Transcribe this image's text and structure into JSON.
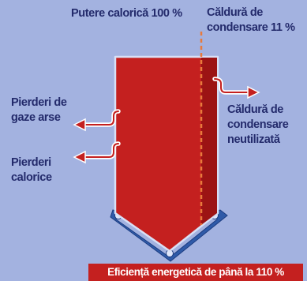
{
  "labels": {
    "heating_value": "Putere calorică 100 %",
    "condensation_heat": [
      "Căldură de",
      "condensare 11 %"
    ],
    "flue_gas_losses": [
      "Pierderi de",
      "gaze arse"
    ],
    "heat_losses": [
      "Pierderi",
      "calorice"
    ],
    "unused_condensation_heat": [
      "Căldură de",
      "condensare",
      "neutilizată"
    ]
  },
  "banner": "Eficiență energetică de până la 110 %",
  "colors": {
    "background": "#a3b2e0",
    "arrow_body": "#c4201f",
    "arrow_shadow": "#9c1414",
    "arrow_base": "#2f5aa8",
    "text": "#232a6b",
    "divider": "#e87a3c",
    "loss_arrow": "#c4201f"
  }
}
